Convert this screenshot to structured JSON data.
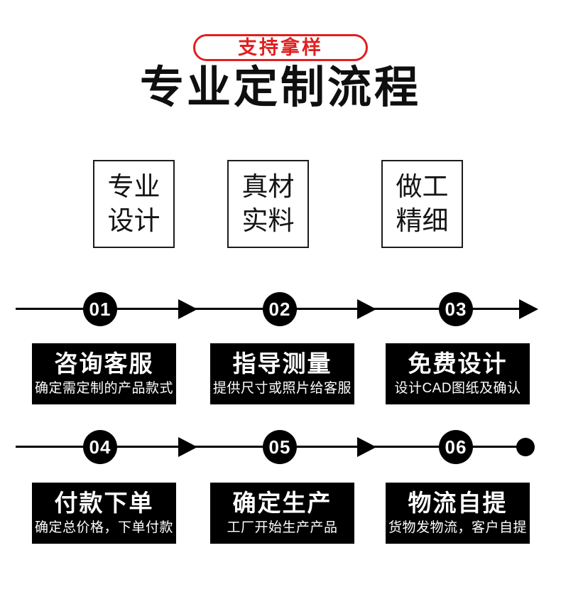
{
  "header": {
    "badge": "支持拿样",
    "title": "专业定制流程"
  },
  "features": [
    {
      "line1": "专业",
      "line2": "设计"
    },
    {
      "line1": "真材",
      "line2": "实料"
    },
    {
      "line1": "做工",
      "line2": "精细"
    }
  ],
  "steps": [
    {
      "num": "01",
      "title": "咨询客服",
      "desc": "确定需定制的产品款式"
    },
    {
      "num": "02",
      "title": "指导测量",
      "desc": "提供尺寸或照片给客服"
    },
    {
      "num": "03",
      "title": "免费设计",
      "desc": "设计CAD图纸及确认"
    },
    {
      "num": "04",
      "title": "付款下单",
      "desc": "确定总价格，下单付款"
    },
    {
      "num": "05",
      "title": "确定生产",
      "desc": "工厂开始生产产品"
    },
    {
      "num": "06",
      "title": "物流自提",
      "desc": "货物发物流，客户自提"
    }
  ],
  "colors": {
    "accent_red": "#e02020",
    "step_black": "#000000"
  }
}
